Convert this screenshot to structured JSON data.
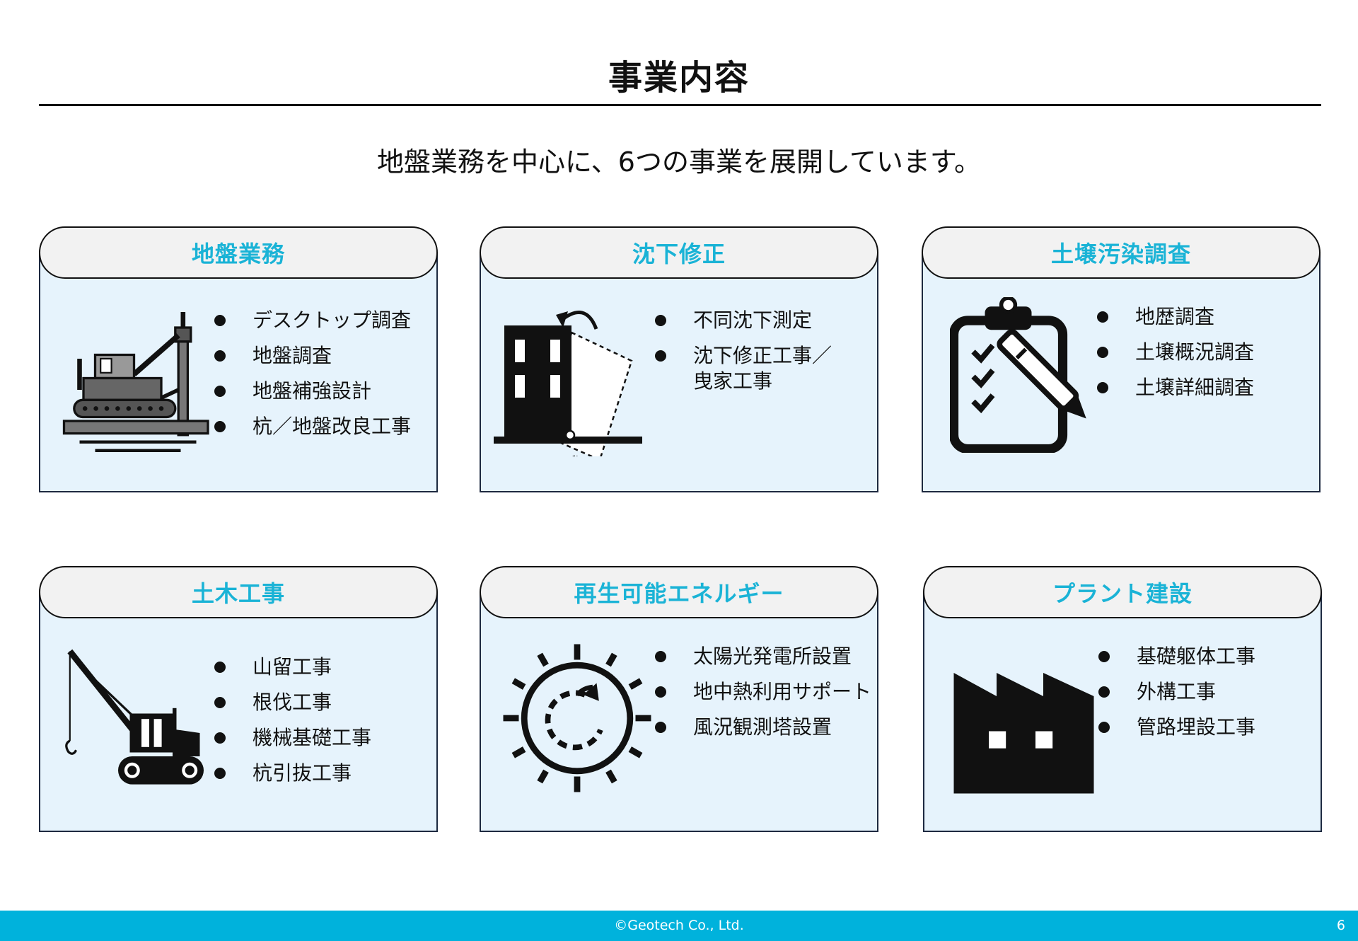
{
  "page": {
    "title": "事業内容",
    "subtitle": "地盤業務を中心に、6つの事業を展開しています。"
  },
  "colors": {
    "accent": "#1ab3d6",
    "card_bg": "#e6f3fc",
    "header_bg": "#f2f2f2",
    "footer_bg": "#00b2dc"
  },
  "cards": [
    {
      "title": "地盤業務",
      "icon": "pile-driver-icon",
      "items": [
        "デスクトップ調査",
        "地盤調査",
        "地盤補強設計",
        "杭／地盤改良工事"
      ]
    },
    {
      "title": "沈下修正",
      "icon": "tilted-building-icon",
      "items": [
        "不同沈下測定",
        "沈下修正工事／\n曳家工事"
      ]
    },
    {
      "title": "土壌汚染調査",
      "icon": "clipboard-checklist-icon",
      "items": [
        "地歴調査",
        "土壌概況調査",
        "土壌詳細調査"
      ]
    },
    {
      "title": "土木工事",
      "icon": "crawler-crane-icon",
      "items": [
        "山留工事",
        "根伐工事",
        "機械基礎工事",
        "杭引抜工事"
      ]
    },
    {
      "title": "再生可能エネルギー",
      "icon": "sun-cycle-icon",
      "items": [
        "太陽光発電所設置",
        "地中熱利用サポート",
        "風況観測塔設置"
      ]
    },
    {
      "title": "プラント建設",
      "icon": "factory-icon",
      "items": [
        "基礎躯体工事",
        "外構工事",
        "管路埋設工事"
      ]
    }
  ],
  "footer": {
    "copyright": "©Geotech Co., Ltd.",
    "page_number": "6"
  }
}
